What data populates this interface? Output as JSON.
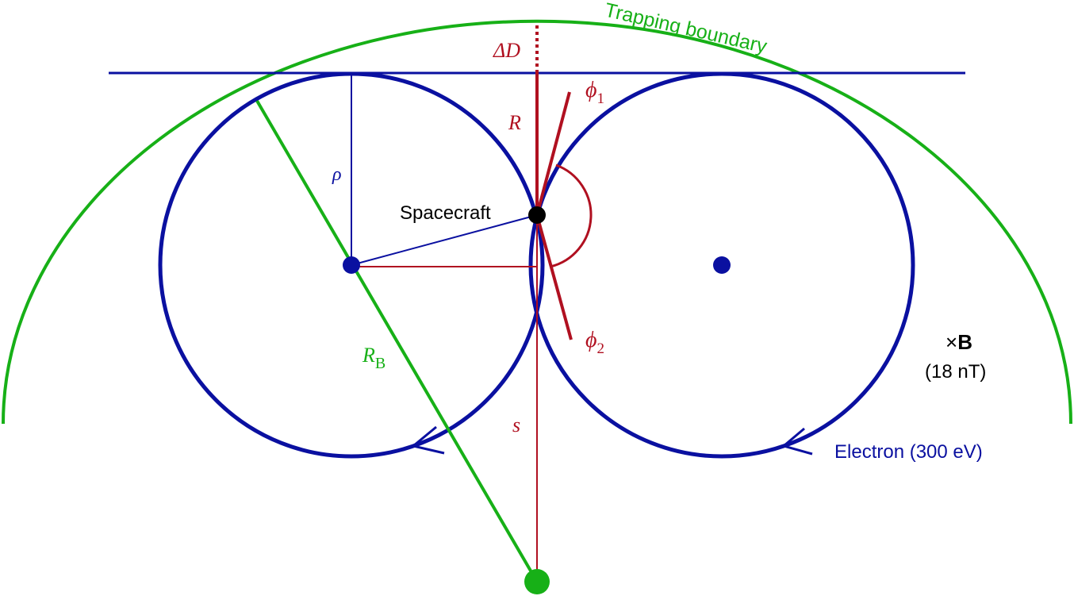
{
  "labels": {
    "trapping_boundary": "Trapping boundary",
    "delta_d": "ΔD",
    "r": "R",
    "phi1_sym": "ϕ",
    "phi1_sub": "1",
    "phi2_sym": "ϕ",
    "phi2_sub": "2",
    "rho": "ρ",
    "spacecraft": "Spacecraft",
    "rb_sym": "R",
    "rb_sub": "B",
    "s": "s",
    "b_prefix": "×",
    "b_bold": "B",
    "b_value": "(18 nT)",
    "electron": "Electron (300 eV)"
  },
  "colors": {
    "blue": "#0a10a0",
    "red": "#b01020",
    "green": "#17b017",
    "black": "#000000"
  }
}
